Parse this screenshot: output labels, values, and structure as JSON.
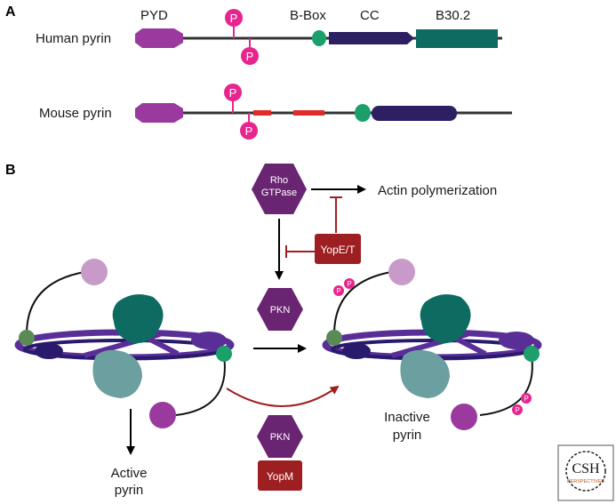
{
  "panel_a": {
    "label": "A",
    "domain_labels": {
      "pyd": "PYD",
      "bbox": "B-Box",
      "cc": "CC",
      "b302": "B30.2"
    },
    "human_label": "Human pyrin",
    "mouse_label": "Mouse pyrin",
    "phospho": "P"
  },
  "panel_b": {
    "label": "B",
    "rho_line1": "Rho",
    "rho_line2": "GTPase",
    "actin": "Actin polymerization",
    "yope": "YopE/T",
    "pkn_top": "PKN",
    "pkn_bottom": "PKN",
    "yopm": "YopM",
    "active_line1": "Active",
    "active_line2": "pyrin",
    "inactive_line1": "Inactive",
    "inactive_line2": "pyrin",
    "small_p": "P"
  },
  "logo": {
    "csh": "CSH",
    "perspectives": "PERSPECTIVES"
  },
  "colors": {
    "pyd": "#9b3a9e",
    "phospho": "#e6258f",
    "bbox": "#1ba06c",
    "cc": "#2e1f63",
    "b302": "#0d6b62",
    "mouse_red": "#e32a2a",
    "hexagon": "#6a2572",
    "yop_box": "#9e1f22",
    "inhibit": "#9e1f22",
    "ring": "#5a2e97",
    "ring_dark": "#2a1a6b"
  }
}
